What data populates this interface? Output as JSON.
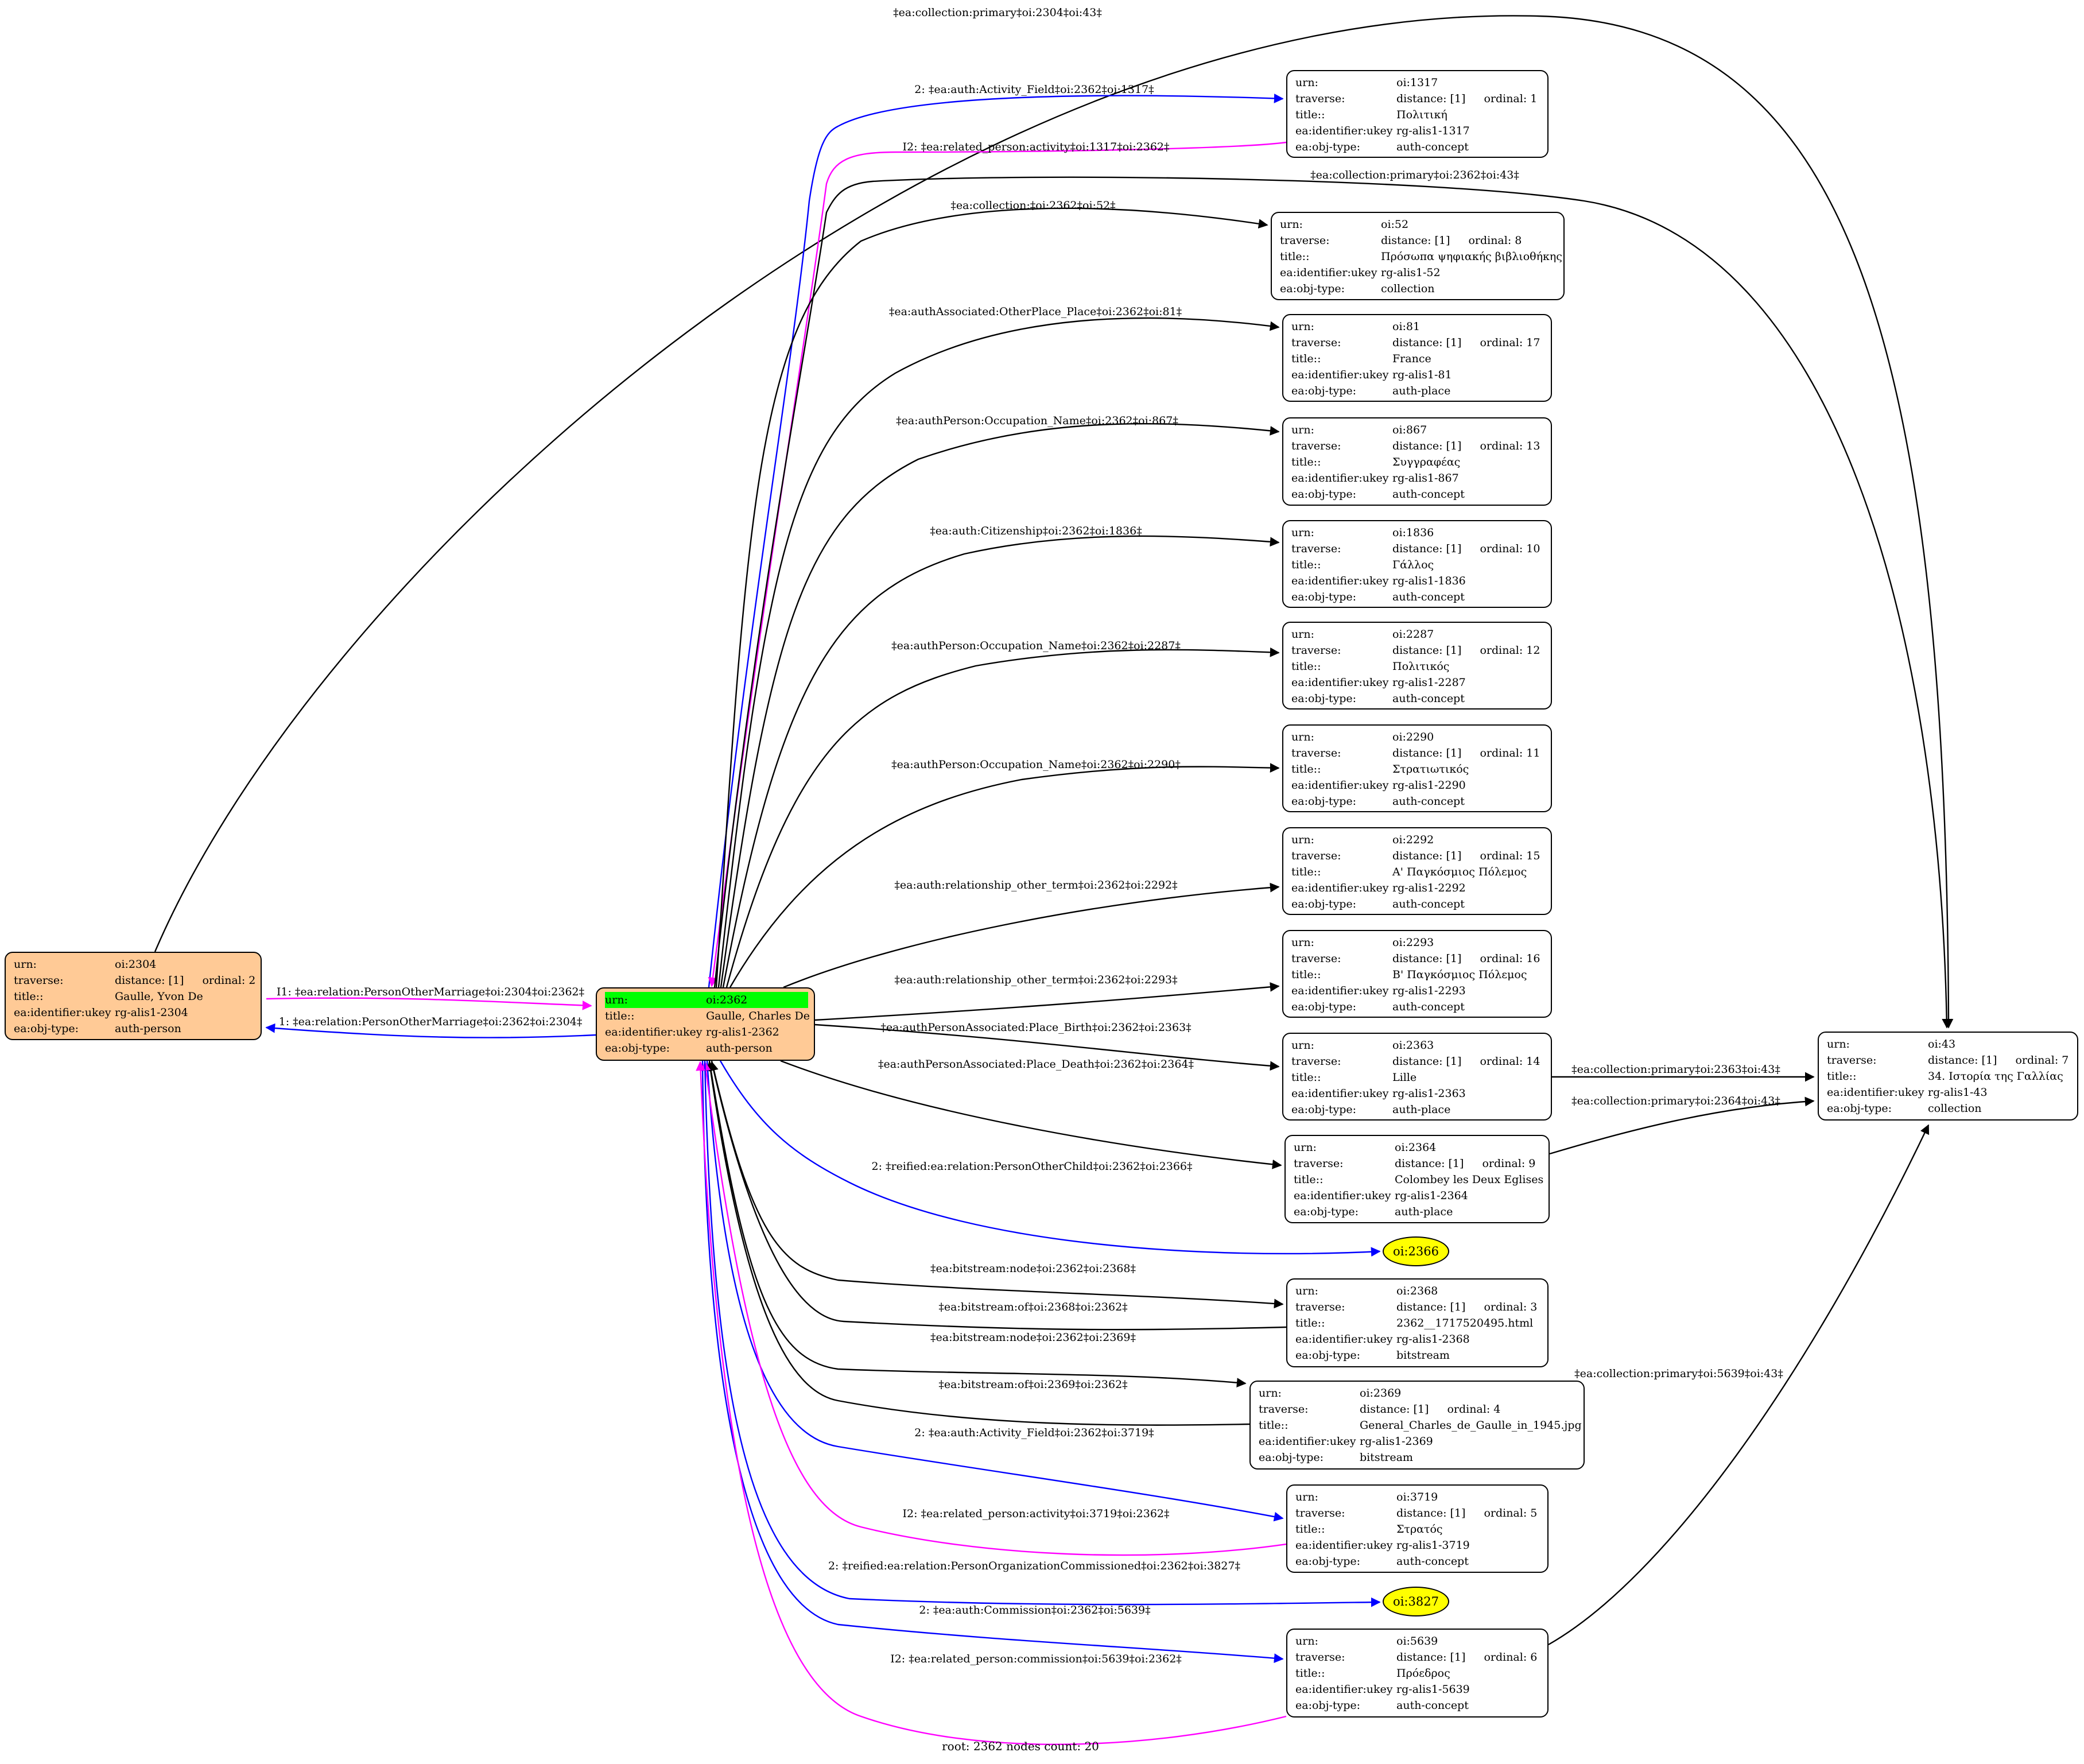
{
  "root_label": "root: 2362 nodes count: 20",
  "colors": {
    "black": "#000000",
    "blue": "#0000ff",
    "magenta": "#ff00ff",
    "orange": "#ffca96",
    "green": "#00ff00",
    "yellow": "#ffff00"
  },
  "nodes": [
    {
      "id": "n2304",
      "style": "orange",
      "rows": [
        [
          "urn:",
          "oi:2304"
        ],
        [
          "traverse:",
          "distance: [1]",
          "ordinal: 2"
        ],
        [
          "title::",
          "Gaulle, Yvon De"
        ],
        [
          "ea:identifier:ukey",
          "rg-alis1-2304"
        ],
        [
          "ea:obj-type:",
          "auth-person"
        ]
      ]
    },
    {
      "id": "n2362",
      "style": "orange",
      "highlight_first": true,
      "rows": [
        [
          "urn:",
          "oi:2362"
        ],
        [
          "title::",
          "Gaulle, Charles De"
        ],
        [
          "ea:identifier:ukey",
          "rg-alis1-2362"
        ],
        [
          "ea:obj-type:",
          "auth-person"
        ]
      ]
    },
    {
      "id": "n1317",
      "rows": [
        [
          "urn:",
          "oi:1317"
        ],
        [
          "traverse:",
          "distance: [1]",
          "ordinal: 1"
        ],
        [
          "title::",
          "Πολιτική"
        ],
        [
          "ea:identifier:ukey",
          "rg-alis1-1317"
        ],
        [
          "ea:obj-type:",
          "auth-concept"
        ]
      ]
    },
    {
      "id": "n52",
      "rows": [
        [
          "urn:",
          "oi:52"
        ],
        [
          "traverse:",
          "distance: [1]",
          "ordinal: 8"
        ],
        [
          "title::",
          "Πρόσωπα ψηφιακής βιβλιοθήκης"
        ],
        [
          "ea:identifier:ukey",
          "rg-alis1-52"
        ],
        [
          "ea:obj-type:",
          "collection"
        ]
      ]
    },
    {
      "id": "n81",
      "rows": [
        [
          "urn:",
          "oi:81"
        ],
        [
          "traverse:",
          "distance: [1]",
          "ordinal: 17"
        ],
        [
          "title::",
          "France"
        ],
        [
          "ea:identifier:ukey",
          "rg-alis1-81"
        ],
        [
          "ea:obj-type:",
          "auth-place"
        ]
      ]
    },
    {
      "id": "n867",
      "rows": [
        [
          "urn:",
          "oi:867"
        ],
        [
          "traverse:",
          "distance: [1]",
          "ordinal: 13"
        ],
        [
          "title::",
          "Συγγραφέας"
        ],
        [
          "ea:identifier:ukey",
          "rg-alis1-867"
        ],
        [
          "ea:obj-type:",
          "auth-concept"
        ]
      ]
    },
    {
      "id": "n1836",
      "rows": [
        [
          "urn:",
          "oi:1836"
        ],
        [
          "traverse:",
          "distance: [1]",
          "ordinal: 10"
        ],
        [
          "title::",
          "Γάλλος"
        ],
        [
          "ea:identifier:ukey",
          "rg-alis1-1836"
        ],
        [
          "ea:obj-type:",
          "auth-concept"
        ]
      ]
    },
    {
      "id": "n2287",
      "rows": [
        [
          "urn:",
          "oi:2287"
        ],
        [
          "traverse:",
          "distance: [1]",
          "ordinal: 12"
        ],
        [
          "title::",
          "Πολιτικός"
        ],
        [
          "ea:identifier:ukey",
          "rg-alis1-2287"
        ],
        [
          "ea:obj-type:",
          "auth-concept"
        ]
      ]
    },
    {
      "id": "n2290",
      "rows": [
        [
          "urn:",
          "oi:2290"
        ],
        [
          "traverse:",
          "distance: [1]",
          "ordinal: 11"
        ],
        [
          "title::",
          "Στρατιωτικός"
        ],
        [
          "ea:identifier:ukey",
          "rg-alis1-2290"
        ],
        [
          "ea:obj-type:",
          "auth-concept"
        ]
      ]
    },
    {
      "id": "n2292",
      "rows": [
        [
          "urn:",
          "oi:2292"
        ],
        [
          "traverse:",
          "distance: [1]",
          "ordinal: 15"
        ],
        [
          "title::",
          "Α' Παγκόσμιος Πόλεμος"
        ],
        [
          "ea:identifier:ukey",
          "rg-alis1-2292"
        ],
        [
          "ea:obj-type:",
          "auth-concept"
        ]
      ]
    },
    {
      "id": "n2293",
      "rows": [
        [
          "urn:",
          "oi:2293"
        ],
        [
          "traverse:",
          "distance: [1]",
          "ordinal: 16"
        ],
        [
          "title::",
          "Β' Παγκόσμιος Πόλεμος"
        ],
        [
          "ea:identifier:ukey",
          "rg-alis1-2293"
        ],
        [
          "ea:obj-type:",
          "auth-concept"
        ]
      ]
    },
    {
      "id": "n2363",
      "rows": [
        [
          "urn:",
          "oi:2363"
        ],
        [
          "traverse:",
          "distance: [1]",
          "ordinal: 14"
        ],
        [
          "title::",
          "Lille"
        ],
        [
          "ea:identifier:ukey",
          "rg-alis1-2363"
        ],
        [
          "ea:obj-type:",
          "auth-place"
        ]
      ]
    },
    {
      "id": "n2364",
      "rows": [
        [
          "urn:",
          "oi:2364"
        ],
        [
          "traverse:",
          "distance: [1]",
          "ordinal: 9"
        ],
        [
          "title::",
          "Colombey les Deux Eglises"
        ],
        [
          "ea:identifier:ukey",
          "rg-alis1-2364"
        ],
        [
          "ea:obj-type:",
          "auth-place"
        ]
      ]
    },
    {
      "id": "n2368",
      "rows": [
        [
          "urn:",
          "oi:2368"
        ],
        [
          "traverse:",
          "distance: [1]",
          "ordinal: 3"
        ],
        [
          "title::",
          "2362__1717520495.html"
        ],
        [
          "ea:identifier:ukey",
          "rg-alis1-2368"
        ],
        [
          "ea:obj-type:",
          "bitstream"
        ]
      ]
    },
    {
      "id": "n2369",
      "rows": [
        [
          "urn:",
          "oi:2369"
        ],
        [
          "traverse:",
          "distance: [1]",
          "ordinal: 4"
        ],
        [
          "title::",
          "General_Charles_de_Gaulle_in_1945.jpg"
        ],
        [
          "ea:identifier:ukey",
          "rg-alis1-2369"
        ],
        [
          "ea:obj-type:",
          "bitstream"
        ]
      ]
    },
    {
      "id": "n3719",
      "rows": [
        [
          "urn:",
          "oi:3719"
        ],
        [
          "traverse:",
          "distance: [1]",
          "ordinal: 5"
        ],
        [
          "title::",
          "Στρατός"
        ],
        [
          "ea:identifier:ukey",
          "rg-alis1-3719"
        ],
        [
          "ea:obj-type:",
          "auth-concept"
        ]
      ]
    },
    {
      "id": "n5639",
      "rows": [
        [
          "urn:",
          "oi:5639"
        ],
        [
          "traverse:",
          "distance: [1]",
          "ordinal: 6"
        ],
        [
          "title::",
          "Πρόεδρος"
        ],
        [
          "ea:identifier:ukey",
          "rg-alis1-5639"
        ],
        [
          "ea:obj-type:",
          "auth-concept"
        ]
      ]
    },
    {
      "id": "n43",
      "rows": [
        [
          "urn:",
          "oi:43"
        ],
        [
          "traverse:",
          "distance: [1]",
          "ordinal: 7"
        ],
        [
          "title::",
          "34. Ιστορία της Γαλλίας"
        ],
        [
          "ea:identifier:ukey",
          "rg-alis1-43"
        ],
        [
          "ea:obj-type:",
          "collection"
        ]
      ]
    }
  ],
  "ellipses": [
    {
      "id": "e2366",
      "label": "oi:2366"
    },
    {
      "id": "e3827",
      "label": "oi:3827"
    }
  ],
  "edges": [
    {
      "id": "c2304",
      "from": "n2304",
      "to": "n43",
      "color": "black",
      "label": "‡ea:collection:primary‡oi:2304‡oi:43‡"
    },
    {
      "id": "a1317",
      "from": "n2362",
      "to": "n1317",
      "color": "blue",
      "label": "2: ‡ea:auth:Activity_Field‡oi:2362‡oi:1317‡"
    },
    {
      "id": "r1317",
      "from": "n1317",
      "to": "n2362",
      "color": "magenta",
      "label": "I2: ‡ea:related_person:activity‡oi:1317‡oi:2362‡"
    },
    {
      "id": "c2362",
      "from": "n2362",
      "to": "n43",
      "color": "black",
      "label": "‡ea:collection:primary‡oi:2362‡oi:43‡"
    },
    {
      "id": "e52",
      "from": "n2362",
      "to": "n52",
      "color": "black",
      "label": "‡ea:collection:‡oi:2362‡oi:52‡"
    },
    {
      "id": "e81",
      "from": "n2362",
      "to": "n81",
      "color": "black",
      "label": "‡ea:authAssociated:OtherPlace_Place‡oi:2362‡oi:81‡"
    },
    {
      "id": "e867",
      "from": "n2362",
      "to": "n867",
      "color": "black",
      "label": "‡ea:authPerson:Occupation_Name‡oi:2362‡oi:867‡"
    },
    {
      "id": "e1836",
      "from": "n2362",
      "to": "n1836",
      "color": "black",
      "label": "‡ea:auth:Citizenship‡oi:2362‡oi:1836‡"
    },
    {
      "id": "e2287",
      "from": "n2362",
      "to": "n2287",
      "color": "black",
      "label": "‡ea:authPerson:Occupation_Name‡oi:2362‡oi:2287‡"
    },
    {
      "id": "e2290",
      "from": "n2362",
      "to": "n2290",
      "color": "black",
      "label": "‡ea:authPerson:Occupation_Name‡oi:2362‡oi:2290‡"
    },
    {
      "id": "e2292",
      "from": "n2362",
      "to": "n2292",
      "color": "black",
      "label": "‡ea:auth:relationship_other_term‡oi:2362‡oi:2292‡"
    },
    {
      "id": "e2293",
      "from": "n2362",
      "to": "n2293",
      "color": "black",
      "label": "‡ea:auth:relationship_other_term‡oi:2362‡oi:2293‡"
    },
    {
      "id": "e2363",
      "from": "n2362",
      "to": "n2363",
      "color": "black",
      "label": "‡ea:authPersonAssociated:Place_Birth‡oi:2362‡oi:2363‡"
    },
    {
      "id": "e2364",
      "from": "n2362",
      "to": "n2364",
      "color": "black",
      "label": "‡ea:authPersonAssociated:Place_Death‡oi:2362‡oi:2364‡"
    },
    {
      "id": "c2363",
      "from": "n2363",
      "to": "n43",
      "color": "black",
      "label": "‡ea:collection:primary‡oi:2363‡oi:43‡"
    },
    {
      "id": "c2364",
      "from": "n2364",
      "to": "n43",
      "color": "black",
      "label": "‡ea:collection:primary‡oi:2364‡oi:43‡"
    },
    {
      "id": "e2366",
      "from": "n2362",
      "to": "e2366",
      "color": "blue",
      "label": "2: ‡reified:ea:relation:PersonOtherChild‡oi:2362‡oi:2366‡"
    },
    {
      "id": "m2304a",
      "from": "n2304",
      "to": "n2362",
      "color": "magenta",
      "label": "I1: ‡ea:relation:PersonOtherMarriage‡oi:2304‡oi:2362‡"
    },
    {
      "id": "m2304b",
      "from": "n2362",
      "to": "n2304",
      "color": "blue",
      "label": "1: ‡ea:relation:PersonOtherMarriage‡oi:2362‡oi:2304‡"
    },
    {
      "id": "b2368",
      "from": "n2362",
      "to": "n2368",
      "color": "black",
      "label": "‡ea:bitstream:node‡oi:2362‡oi:2368‡"
    },
    {
      "id": "o2368",
      "from": "n2368",
      "to": "n2362",
      "color": "black",
      "label": "‡ea:bitstream:of‡oi:2368‡oi:2362‡"
    },
    {
      "id": "b2369",
      "from": "n2362",
      "to": "n2369",
      "color": "black",
      "label": "‡ea:bitstream:node‡oi:2362‡oi:2369‡"
    },
    {
      "id": "o2369",
      "from": "n2369",
      "to": "n2362",
      "color": "black",
      "label": "‡ea:bitstream:of‡oi:2369‡oi:2362‡"
    },
    {
      "id": "a3719",
      "from": "n2362",
      "to": "n3719",
      "color": "blue",
      "label": "2: ‡ea:auth:Activity_Field‡oi:2362‡oi:3719‡"
    },
    {
      "id": "r3719",
      "from": "n3719",
      "to": "n2362",
      "color": "magenta",
      "label": "I2: ‡ea:related_person:activity‡oi:3719‡oi:2362‡"
    },
    {
      "id": "e3827",
      "from": "n2362",
      "to": "e3827",
      "color": "blue",
      "label": "2: ‡reified:ea:relation:PersonOrganizationCommissioned‡oi:2362‡oi:3827‡"
    },
    {
      "id": "a5639",
      "from": "n2362",
      "to": "n5639",
      "color": "blue",
      "label": "2: ‡ea:auth:Commission‡oi:2362‡oi:5639‡"
    },
    {
      "id": "r5639",
      "from": "n5639",
      "to": "n2362",
      "color": "magenta",
      "label": "I2: ‡ea:related_person:commission‡oi:5639‡oi:2362‡"
    },
    {
      "id": "c5639",
      "from": "n5639",
      "to": "n43",
      "color": "black",
      "label": "‡ea:collection:primary‡oi:5639‡oi:43‡"
    }
  ]
}
